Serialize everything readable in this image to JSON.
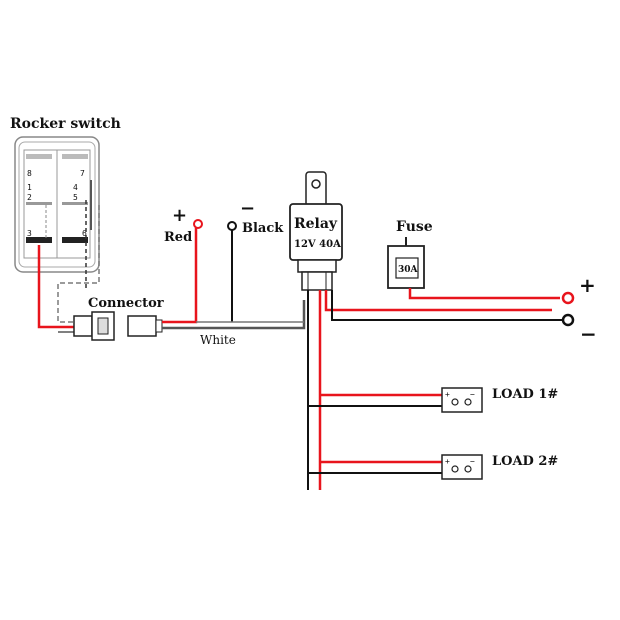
{
  "labels": {
    "rocker_switch": "Rocker switch",
    "connector": "Connector",
    "red": "Red",
    "black": "Black",
    "white": "White",
    "relay": "Relay",
    "relay_rating": "12V 40A",
    "fuse": "Fuse",
    "fuse_rating": "30A",
    "load1": "LOAD 1#",
    "load2": "LOAD 2#",
    "plus": "+",
    "minus": "−"
  },
  "switch_pins": [
    "8",
    "7",
    "1",
    "4",
    "2",
    "5",
    "3",
    "6"
  ],
  "load_terminals": {
    "plus": "+",
    "minus": "−"
  },
  "colors": {
    "red_wire": "#e8141c",
    "black_wire": "#111111",
    "gray_wire": "#555555",
    "dashed": "#7a7a7a"
  }
}
